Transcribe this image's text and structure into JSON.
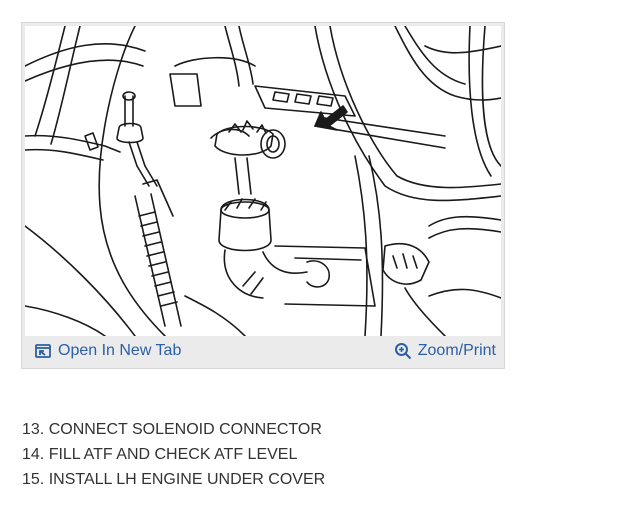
{
  "figure": {
    "toolbar": {
      "open_label": "Open In New Tab",
      "open_icon": "open-new-tab-icon",
      "zoom_label": "Zoom/Print",
      "zoom_icon": "zoom-icon"
    }
  },
  "steps": [
    "13. CONNECT SOLENOID CONNECTOR",
    "14. FILL ATF AND CHECK ATF LEVEL",
    "15. INSTALL LH ENGINE UNDER COVER"
  ],
  "colors": {
    "link": "#2b5fa6",
    "text": "#333333",
    "card_bg": "#ebebeb"
  }
}
